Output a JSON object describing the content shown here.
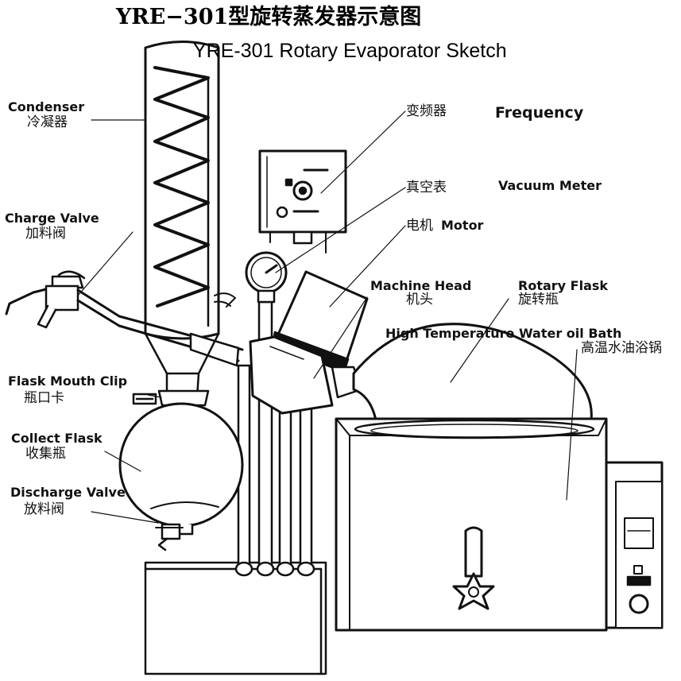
{
  "title": {
    "chinese": "YRE−301型旋转蒸发器示意图",
    "english": "YRE-301 Rotary Evaporator Sketch"
  },
  "labels": {
    "condenser": {
      "en": "Condenser",
      "cn": "冷凝器"
    },
    "charge_valve": {
      "en": "Charge Valve",
      "cn": "加料阀"
    },
    "flask_mouth_clip": {
      "en": "Flask Mouth Clip",
      "cn": "瓶口卡"
    },
    "collect_flask": {
      "en": "Collect Flask",
      "cn": "收集瓶"
    },
    "discharge_valve": {
      "en": "Discharge Valve",
      "cn": "放料阀"
    },
    "frequency": {
      "cn": "变频器",
      "en": "Frequency"
    },
    "vacuum_meter": {
      "cn": "真空表",
      "en": "Vacuum Meter"
    },
    "motor": {
      "cn": "电机",
      "en": "Motor"
    },
    "machine_head": {
      "en": "Machine Head",
      "cn": "机头"
    },
    "rotary_flask": {
      "en": "Rotary Flask",
      "cn": "旋转瓶"
    },
    "water_oil_bath": {
      "en": "High Temperature Water oil Bath",
      "cn": "高温水油浴锅"
    }
  },
  "colors": {
    "ink": "#111111",
    "background": "#ffffff"
  }
}
